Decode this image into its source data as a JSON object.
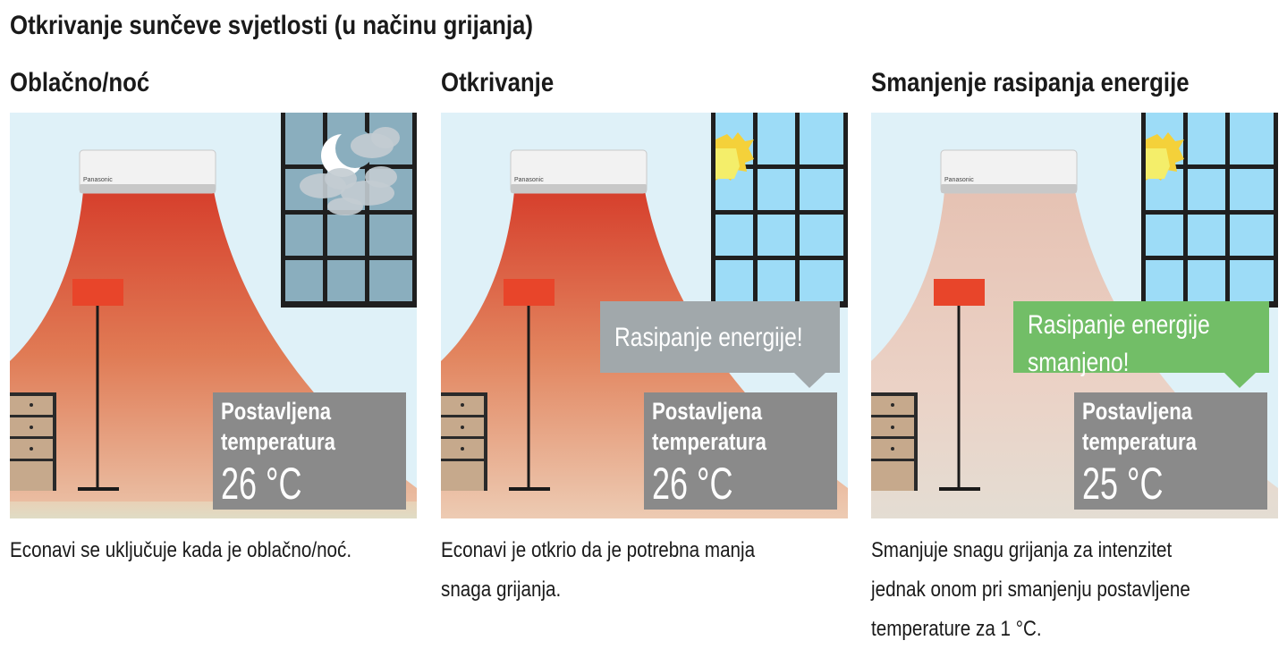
{
  "title": "Otkrivanje sunčeve svjetlosti (u načinu grijanja)",
  "colors": {
    "wall": "#dff1f8",
    "heat_strong": "#d94b35",
    "heat_reduced": "#e8c3b5",
    "night_window": "#8aaebe",
    "day_window": "#9ddcf7",
    "sun": "#f4ee6a",
    "temp_box": "#8a8a8a",
    "bubble_grey": "#a1a8ab",
    "bubble_green": "#72be67"
  },
  "ac_brand": "Panasonic",
  "panels": [
    {
      "title": "Oblačno/noć",
      "temp_label_1": "Postavljena",
      "temp_label_2": "temperatura",
      "temp_value": "26 °C",
      "bubble": "",
      "desc_1": "Econavi se uključuje kada je oblačno/noć.",
      "desc_2": "",
      "desc_3": ""
    },
    {
      "title": "Otkrivanje",
      "temp_label_1": "Postavljena",
      "temp_label_2": "temperatura",
      "temp_value": "26 °C",
      "bubble_1": "Rasipanje energije!",
      "desc_1": "Econavi je otkrio da je potrebna manja",
      "desc_2": "snaga grijanja.",
      "desc_3": ""
    },
    {
      "title": "Smanjenje rasipanja energije",
      "temp_label_1": "Postavljena",
      "temp_label_2": "temperatura",
      "temp_value": "25 °C",
      "bubble_1": "Rasipanje energije",
      "bubble_2": "smanjeno!",
      "desc_1": "Smanjuje snagu grijanja za intenzitet",
      "desc_2": "jednak onom pri smanjenju postavljene",
      "desc_3": "temperature za 1 °C."
    }
  ]
}
